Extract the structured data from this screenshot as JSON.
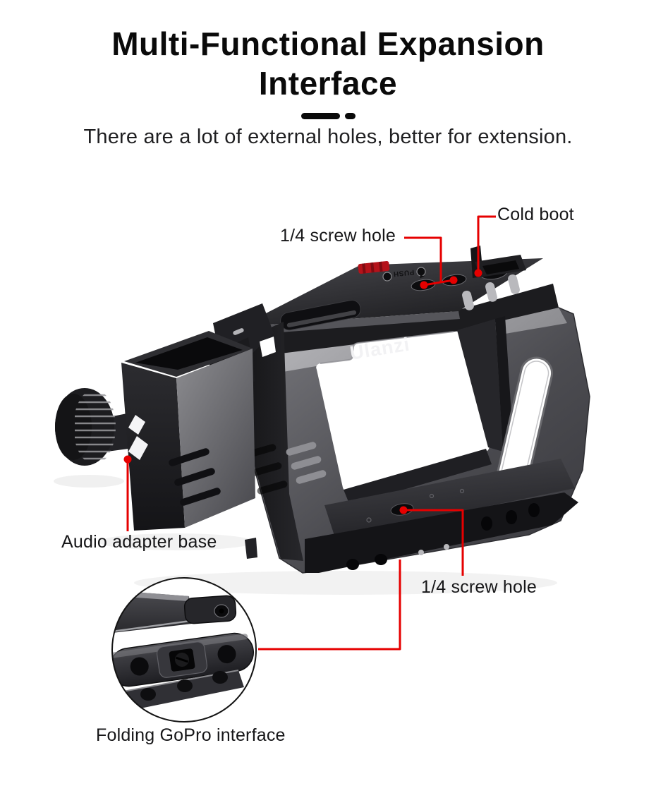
{
  "colors": {
    "background": "#ffffff",
    "accent_red": "#e60000",
    "text": "#161618"
  },
  "header": {
    "title_line1": "Multi-Functional Expansion",
    "title_line2": "Interface",
    "subtitle": "There are a lot of external holes, better for extension."
  },
  "product": {
    "brand": "Ulanzi",
    "top_plate_marking": "PUSH"
  },
  "callouts": {
    "top_screw_hole": {
      "label": "1/4 screw hole"
    },
    "cold_boot": {
      "label": "Cold boot"
    },
    "audio_adapter_base": {
      "label": "Audio adapter base"
    },
    "bottom_screw_hole": {
      "label": "1/4 screw hole"
    },
    "folding_gopro_interface": {
      "label": "Folding GoPro interface"
    }
  }
}
